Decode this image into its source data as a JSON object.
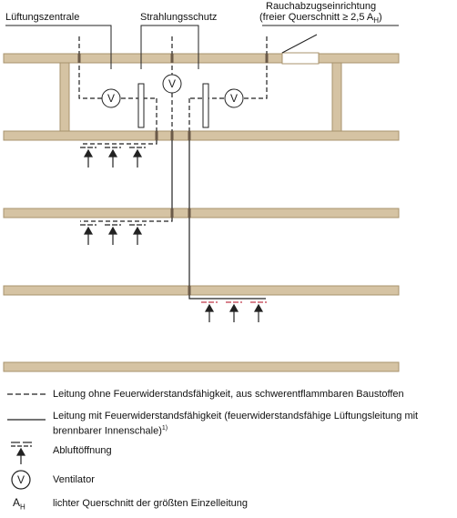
{
  "labels": {
    "central": "Lüftungszentrale",
    "shield": "Strahlungsschutz",
    "smoke_line1": "Rauchabzugseinrichtung",
    "smoke_line2_prefix": "(freier Querschnitt ≥ 2,5 A",
    "smoke_line2_sub": "H",
    "smoke_line2_suffix": ")",
    "fan_symbol": "V"
  },
  "legend": {
    "dashed": "Leitung ohne Feuerwiderstandsfähigkeit, aus schwerentflammbaren Baustoffen",
    "solid_line1": "Leitung mit Feuerwiderstandsfähigkeit (feuerwiderstandsfähige Lüftungsleitung mit",
    "solid_line2_prefix": "brennbarer Innenschale)",
    "solid_line2_note": "1)",
    "exhaust": "Abluftöffnung",
    "fan": "Ventilator",
    "fan_symbol": "V",
    "ah_symbol": "A",
    "ah_sub": "H",
    "ah_text": "lichter Querschnitt der größten Einzelleitung"
  },
  "colors": {
    "slab_fill": "#d5c3a3",
    "slab_stroke": "#a8936e",
    "line": "#222222",
    "damper": "#6b5a48",
    "exhaust_red": "#c0394b"
  }
}
